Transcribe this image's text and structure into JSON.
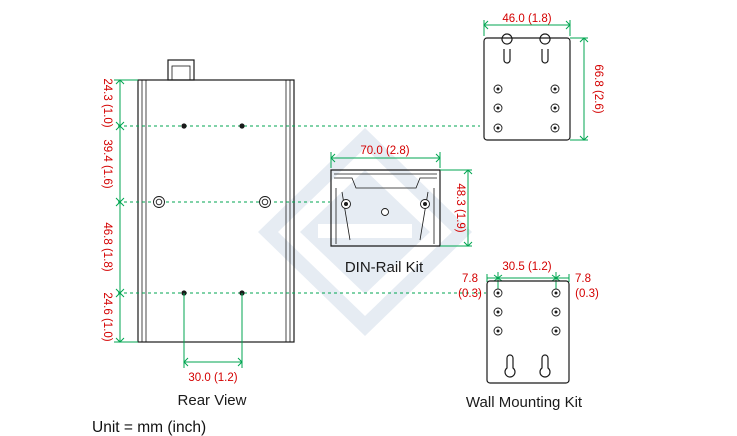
{
  "colors": {
    "dimension_text": "#d40000",
    "dimension_line": "#00a651",
    "outline": "#1a1a1a",
    "watermark": "#e6ecf3"
  },
  "rear_view": {
    "caption": "Rear View",
    "vertical_dims": [
      "24.3 (1.0)",
      "39.4 (1.6)",
      "46.8 (1.8)",
      "24.6 (1.0)"
    ],
    "bottom_dim": "30.0 (1.2)"
  },
  "din_rail_kit": {
    "caption": "DIN-Rail Kit",
    "width_dim": "70.0 (2.8)",
    "height_dim": "48.3 (1.9)"
  },
  "wall_mounting_kit": {
    "caption": "Wall Mounting Kit",
    "top_width_dim": "46.0 (1.8)",
    "top_height_dim": "66.8 (2.6)",
    "hole_spacing_dim": "30.5 (1.2)",
    "left_offset_dim": [
      "7.8",
      "(0.3)"
    ],
    "right_offset_dim": [
      "7.8",
      "(0.3)"
    ]
  },
  "unit_label": "Unit = mm (inch)"
}
